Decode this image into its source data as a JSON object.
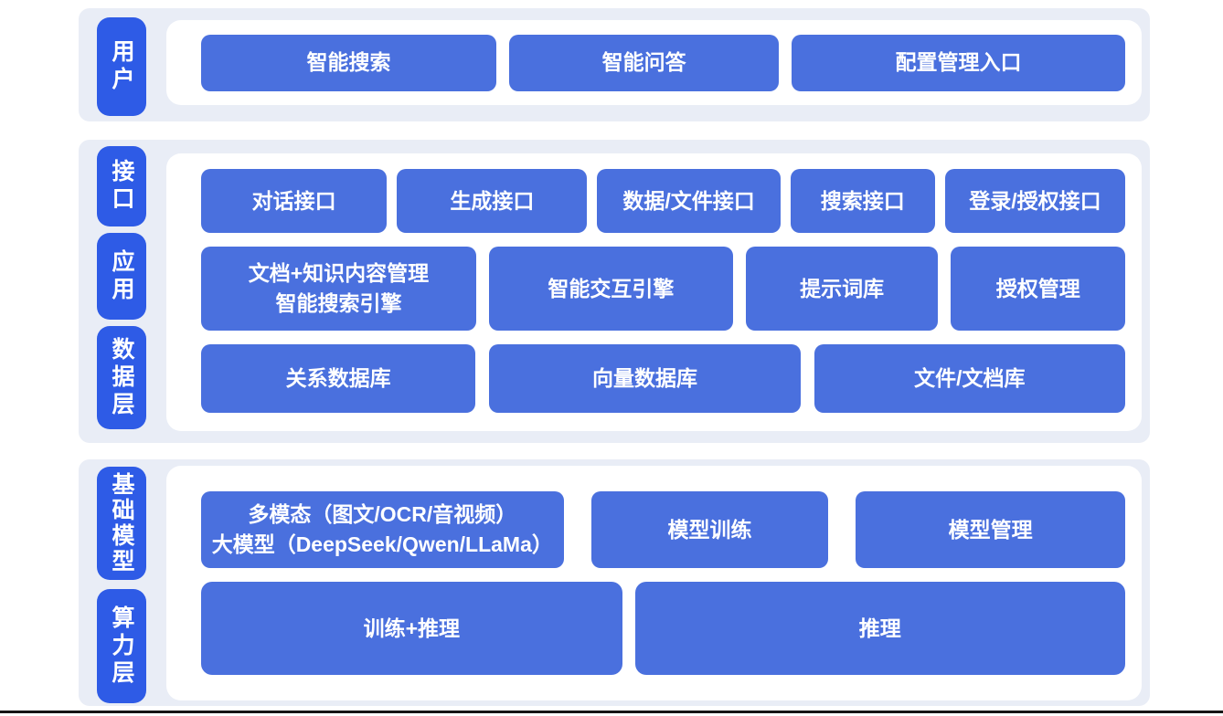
{
  "colors": {
    "band_background": "#e9edf6",
    "side_label_blue": "#2e5be6",
    "node_blue": "#4a70de",
    "panel_white": "#ffffff",
    "text_white": "#ffffff",
    "bottom_rule": "#151515"
  },
  "diagram": {
    "bands": [
      {
        "id": "user-layer",
        "labels": [
          {
            "text": "用户"
          }
        ],
        "rows": [
          {
            "buttons": [
              {
                "label": "智能搜索"
              },
              {
                "label": "智能问答"
              },
              {
                "label": "配置管理入口"
              }
            ]
          }
        ]
      },
      {
        "id": "interface-app-data-layer",
        "labels": [
          {
            "text": "接口"
          },
          {
            "text": "应用"
          },
          {
            "text": "数据层"
          }
        ],
        "rows": [
          {
            "buttons": [
              {
                "label": "对话接口"
              },
              {
                "label": "生成接口"
              },
              {
                "label": "数据/文件接口"
              },
              {
                "label": "搜索接口"
              },
              {
                "label": "登录/授权接口"
              }
            ]
          },
          {
            "buttons": [
              {
                "line1": "文档+知识内容管理",
                "line2": "智能搜索引擎"
              },
              {
                "label": "智能交互引擎"
              },
              {
                "label": "提示词库"
              },
              {
                "label": "授权管理"
              }
            ]
          },
          {
            "buttons": [
              {
                "label": "关系数据库"
              },
              {
                "label": "向量数据库"
              },
              {
                "label": "文件/文档库"
              }
            ]
          }
        ]
      },
      {
        "id": "model-compute-layer",
        "labels": [
          {
            "text": "基础模型"
          },
          {
            "text": "算力层"
          }
        ],
        "rows": [
          {
            "buttons": [
              {
                "line1": "多模态（图文/OCR/音视频）",
                "line2": "大模型（DeepSeek/Qwen/LLaMa）"
              },
              {
                "label": "模型训练"
              },
              {
                "label": "模型管理"
              }
            ]
          },
          {
            "buttons": [
              {
                "label": "训练+推理"
              },
              {
                "label": "推理"
              }
            ]
          }
        ]
      }
    ]
  }
}
